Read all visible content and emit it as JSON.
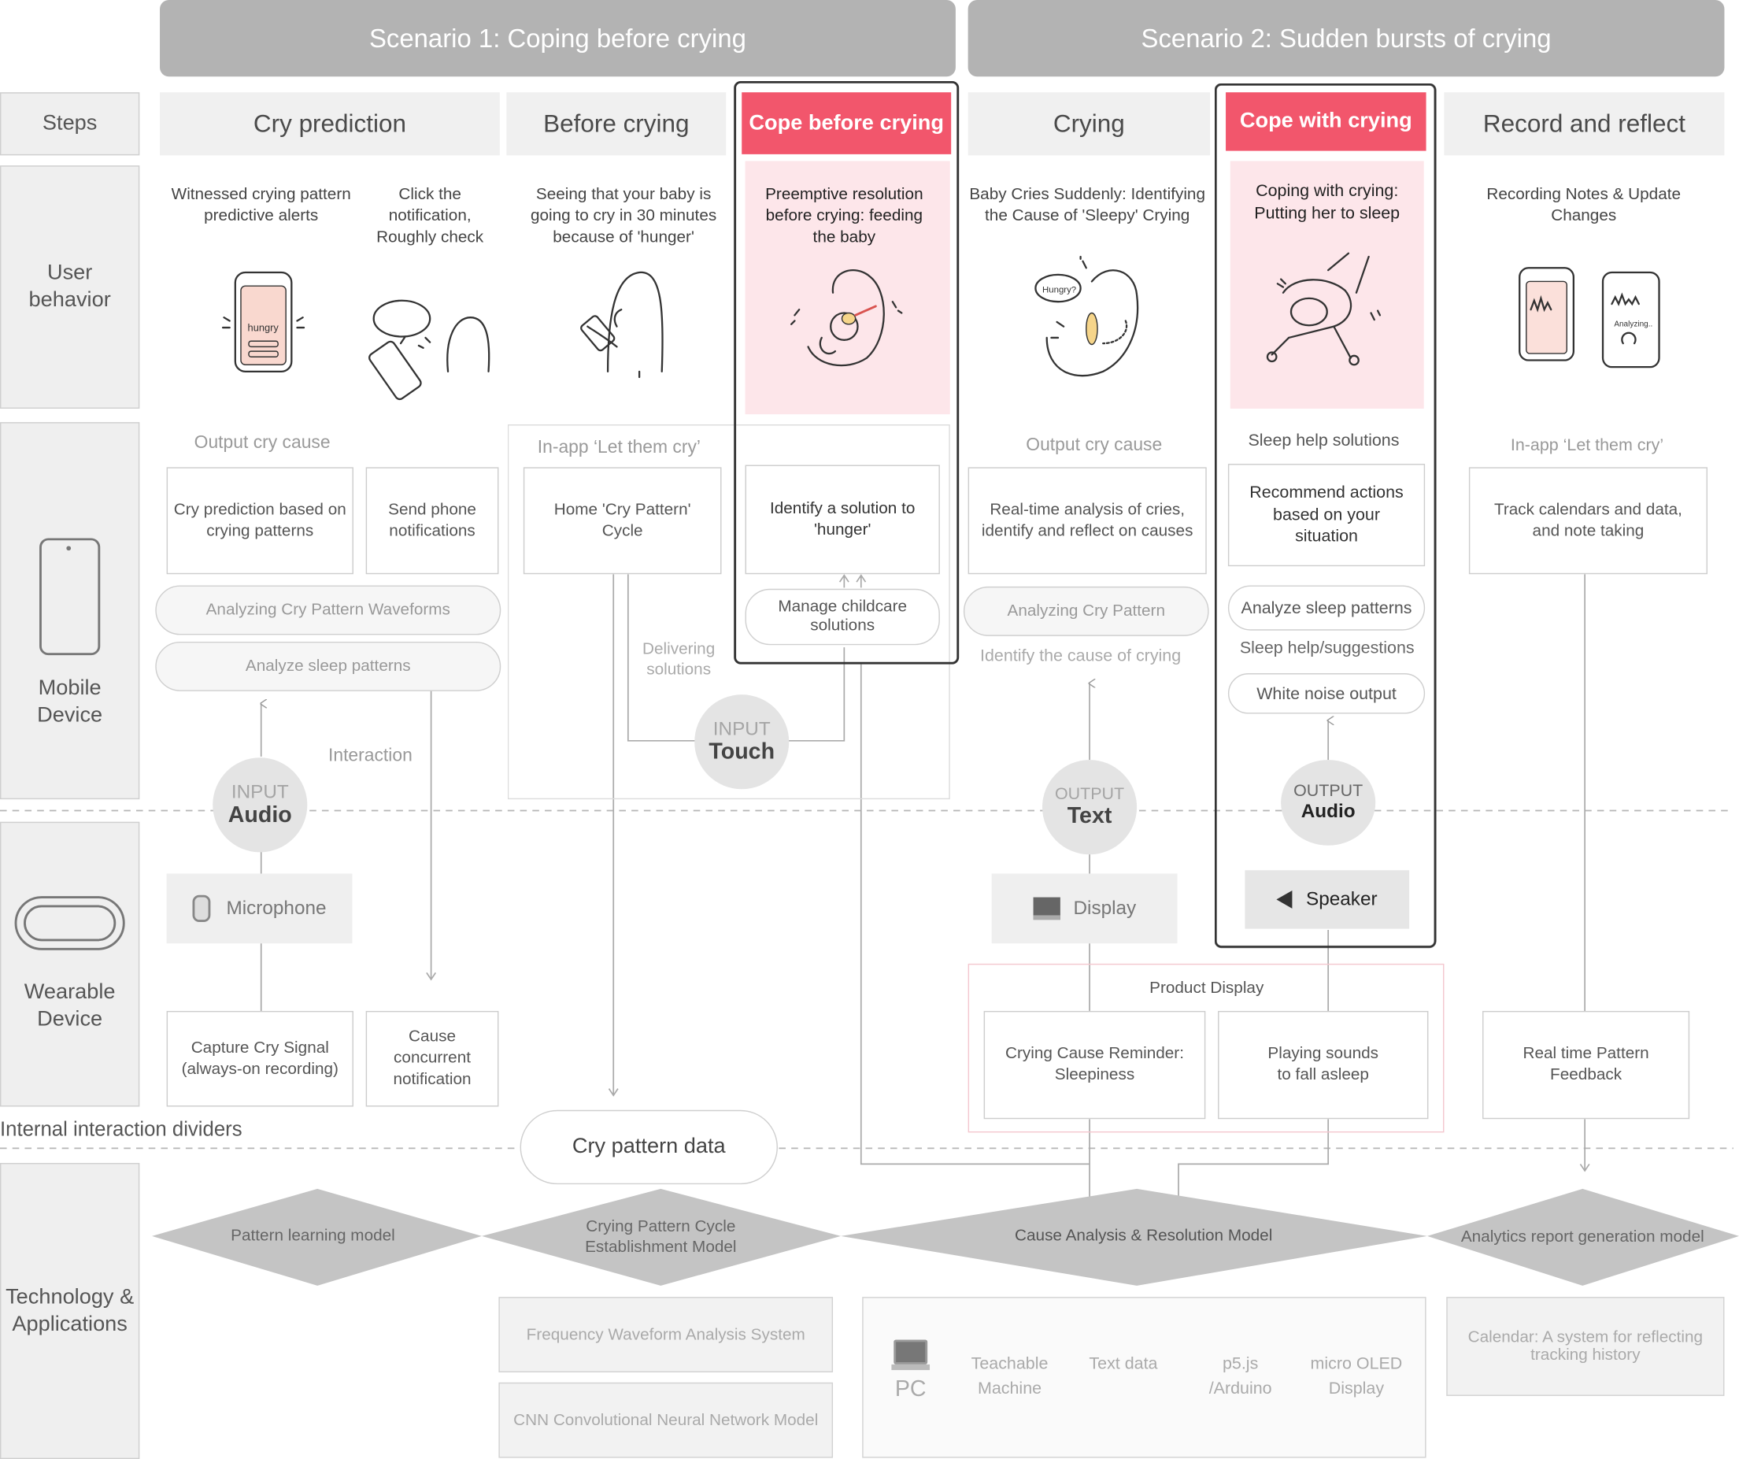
{
  "scenarios": {
    "s1": "Scenario 1: Coping before crying",
    "s2": "Scenario 2: Sudden bursts of crying"
  },
  "rows": {
    "steps": "Steps",
    "user_behavior": "User behavior",
    "mobile": "Mobile Device",
    "wearable": "Wearable Device",
    "tech": "Technology & Applications"
  },
  "steps": {
    "cry_prediction": "Cry prediction",
    "before_crying": "Before crying",
    "cope_before": "Cope before crying",
    "crying": "Crying",
    "cope_with": "Cope with crying",
    "record": "Record and reflect"
  },
  "behavior": {
    "b1": "Witnessed crying pattern predictive alerts",
    "b2": "Click the notification, Roughly check",
    "b3": "Seeing that your baby is going to cry in 30 minutes because of 'hunger'",
    "b4": "Preemptive resolution before crying: feeding the baby",
    "b5": "Baby Cries Suddenly: Identifying the Cause of 'Sleepy' Crying",
    "b6": "Coping with crying: Putting her to sleep",
    "b7": "Recording Notes & Update Changes"
  },
  "sketch_text": {
    "hungry": "hungry",
    "hungry_bubble": "Hungry?",
    "analyzing": "Analyzing.."
  },
  "mobile": {
    "output_cry_cause_1": "Output cry cause",
    "let_them_cry_1": "In-app ‘Let them cry’",
    "output_cry_cause_2": "Output cry cause",
    "sleep_help": "Sleep help solutions",
    "let_them_cry_2": "In-app ‘Let them cry’",
    "box_prediction": "Cry prediction based on crying patterns",
    "box_send": "Send phone notifications",
    "box_home": "Home 'Cry Pattern' Cycle",
    "box_identify": "Identify a solution to 'hunger'",
    "box_realtime": "Real-time analysis of cries, identify and reflect on causes",
    "box_recommend": "Recommend actions based on your situation",
    "box_track": "Track calendars and data, and note taking",
    "pill_waveforms": "Analyzing Cry Pattern Waveforms",
    "pill_sleep1": "Analyze sleep patterns",
    "pill_manage": "Manage childcare solutions",
    "pill_cry_pattern": "Analyzing Cry Pattern",
    "pill_sleep2": "Analyze sleep patterns",
    "sleep_suggestions": "Sleep help/suggestions",
    "pill_white_noise": "White noise output",
    "delivering": "Delivering solutions",
    "interaction": "Interaction",
    "identify_cause": "Identify the cause of crying"
  },
  "io": {
    "input_audio": {
      "small": "INPUT",
      "big": "Audio"
    },
    "input_touch": {
      "small": "INPUT",
      "big": "Touch"
    },
    "output_text": {
      "small": "OUTPUT",
      "big": "Text"
    },
    "output_audio": {
      "small": "OUTPUT",
      "big": "Audio"
    }
  },
  "wearable": {
    "microphone": "Microphone",
    "display": "Display",
    "speaker": "Speaker",
    "capture": "Capture Cry Signal (always-on recording)",
    "cause_notification": "Cause concurrent notification",
    "product_display": "Product Display",
    "reminder": "Crying Cause Reminder: Sleepiness",
    "playing": "Playing sounds to fall asleep",
    "feedback": "Real time Pattern Feedback"
  },
  "dividers": {
    "internal": "Internal interaction dividers",
    "cry_pattern_data": "Cry pattern data"
  },
  "models": {
    "m1": "Pattern learning model",
    "m2": "Crying Pattern Cycle Establishment Model",
    "m3": "Cause Analysis & Resolution Model",
    "m4": "Analytics report generation model"
  },
  "systems": {
    "freq": "Frequency Waveform Analysis System",
    "cnn": "CNN Convolutional Neural Network Model",
    "pc": "PC",
    "teachable": "Teachable Machine",
    "text_data": "Text data",
    "p5": "p5.js /Arduino",
    "oled": "micro OLED Display",
    "calendar": "Calendar: A system for reflecting tracking history"
  },
  "icons": [
    "phone-icon",
    "wearable-band-icon",
    "microphone-icon",
    "display-icon",
    "speaker-icon",
    "laptop-icon"
  ],
  "colors": {
    "accent": "#f2566c",
    "highlight_bg": "#fde6ea",
    "banner": "#b3b3b3"
  }
}
